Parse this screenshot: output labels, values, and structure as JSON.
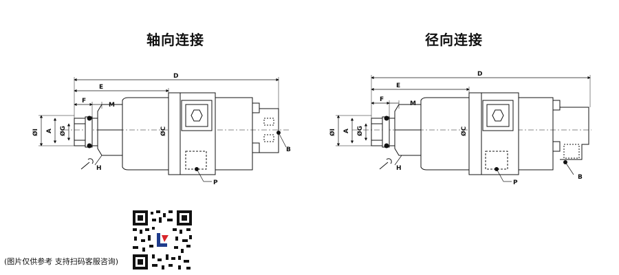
{
  "titles": {
    "axial": "轴向连接",
    "radial": "径向连接"
  },
  "dimension_labels": {
    "D": "D",
    "E": "E",
    "F": "F",
    "M": "M",
    "I": "ØI",
    "A": "A",
    "G": "ØG",
    "C": "ØC",
    "H": "H",
    "P": "P",
    "B": "B"
  },
  "caption": "(图片仅供参考 支持扫码客服咨询)",
  "colors": {
    "line": "#111111",
    "accent_logo_red": "#d8262c",
    "accent_logo_blue": "#1f3c8c"
  }
}
